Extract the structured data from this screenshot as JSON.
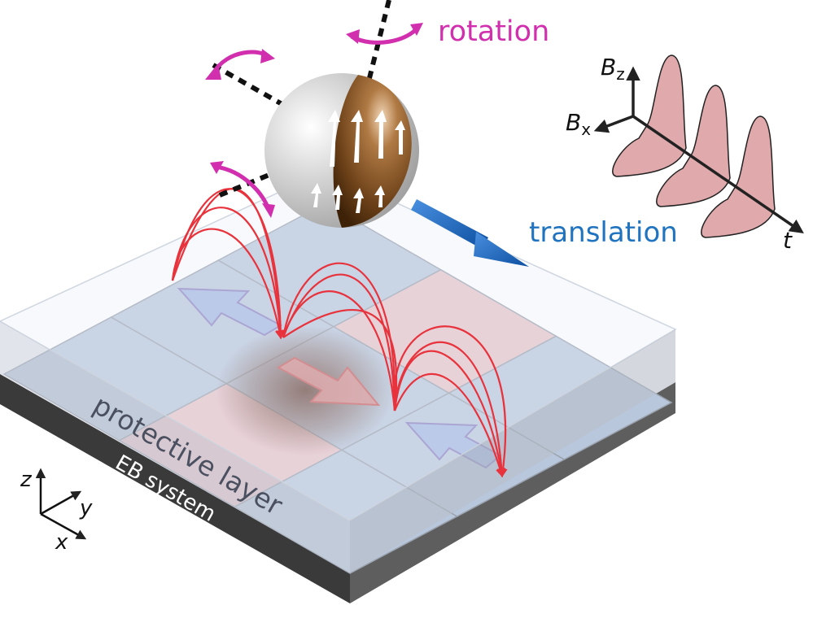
{
  "labels": {
    "rotation": "rotation",
    "translation": "translation",
    "bz_base": "B",
    "bz_sub": "z",
    "bx_base": "B",
    "bx_sub": "x",
    "t_axis": "t",
    "protective_layer": "protective layer",
    "eb_system": "EB system",
    "axis_z": "z",
    "axis_y": "y",
    "axis_x": "x"
  },
  "colors": {
    "rotation": "#d12fae",
    "translation": "#1f73bf",
    "field_lines": "#e8323c",
    "tile_blue": "#b9c7dc",
    "tile_pink": "#e7c3c8",
    "pulse": "#e0a9ac",
    "sphere": "#8b5a2b"
  }
}
